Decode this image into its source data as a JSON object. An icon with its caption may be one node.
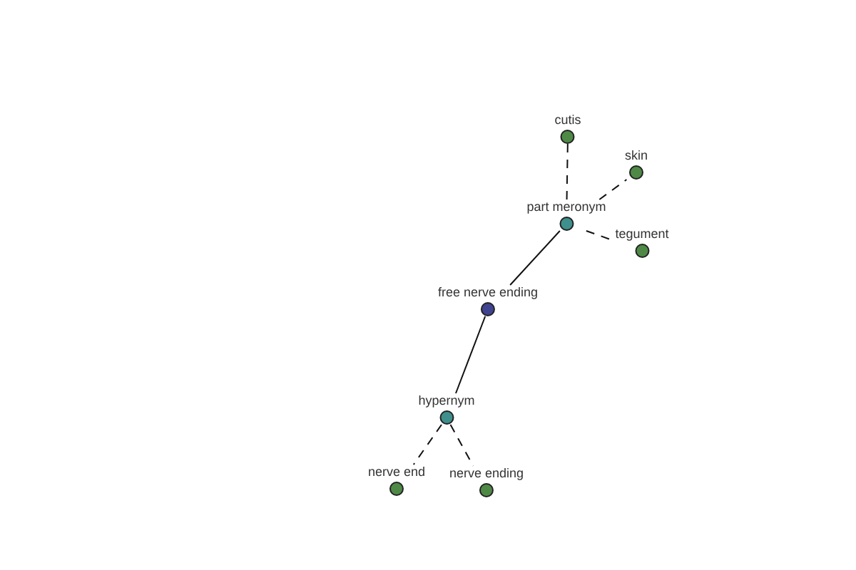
{
  "diagram": {
    "nodes": [
      {
        "text": [
          "cutis"
        ]
      },
      {
        "text": [
          "skin"
        ]
      },
      {
        "text": [
          "part meronym"
        ]
      },
      {
        "text": [
          "tegument"
        ]
      },
      {
        "text": [
          "free nerve ending"
        ]
      },
      {
        "text": [
          "hypernym"
        ]
      },
      {
        "text": [
          "nerve end"
        ]
      },
      {
        "text": [
          "nerve ending"
        ]
      }
    ],
    "edges": [
      {
        "from": 2,
        "to": 0,
        "arrow": "none",
        "style": "dashed"
      },
      {
        "from": 2,
        "to": 1,
        "arrow": "none",
        "style": "dashed"
      },
      {
        "from": 2,
        "to": 3,
        "arrow": "none",
        "style": "dashed"
      },
      {
        "from": 4,
        "to": 2,
        "arrow": "none"
      },
      {
        "from": 4,
        "to": 5,
        "arrow": "none"
      },
      {
        "from": 5,
        "to": 6,
        "arrow": "none",
        "style": "dashed"
      },
      {
        "from": 5,
        "to": 7,
        "arrow": "none",
        "style": "dashed"
      }
    ]
  }
}
